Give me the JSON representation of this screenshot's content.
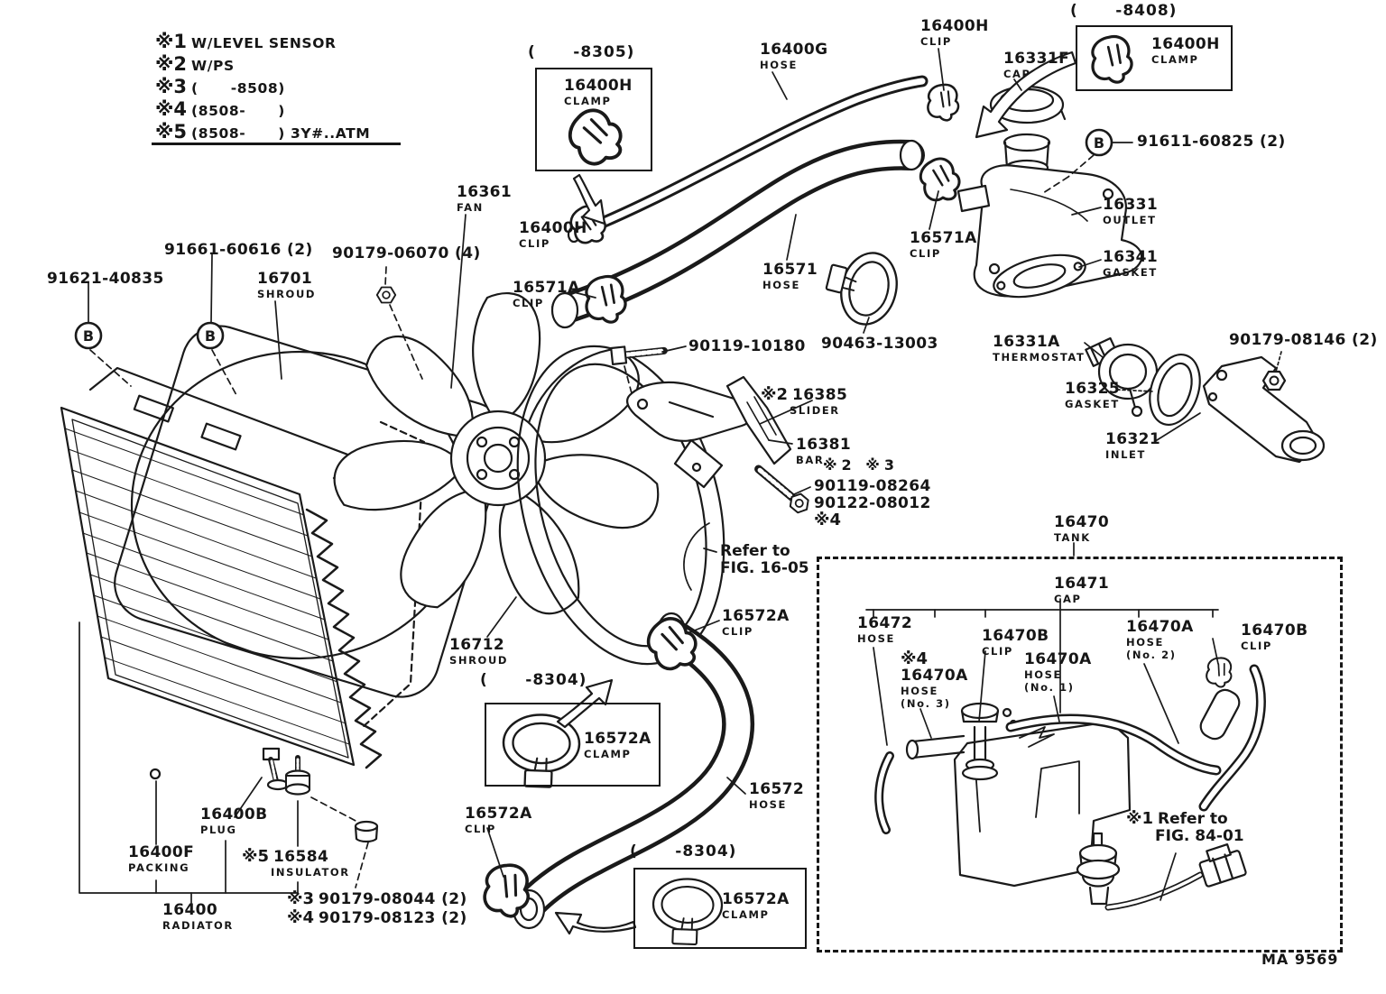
{
  "doc": {
    "drawing_no": "MA 9569"
  },
  "legend": {
    "items": [
      {
        "sym": "※1",
        "text": "W/LEVEL SENSOR"
      },
      {
        "sym": "※2",
        "text": "W/PS"
      },
      {
        "sym": "※3",
        "text": "(      -8508)"
      },
      {
        "sym": "※4",
        "text": "(8508-      )"
      },
      {
        "sym": "※5",
        "text": "(8508-      ) 3Y#..ATM"
      }
    ]
  },
  "insets": [
    {
      "period": "(      -8305)",
      "num": "16400H",
      "name": "CLAMP"
    },
    {
      "period": "(      -8408)",
      "num": "16400H",
      "name": "CLAMP"
    },
    {
      "period": "(      -8304)",
      "num": "16572A",
      "name": "CLAMP"
    },
    {
      "period": "(      -8304)",
      "num": "16572A",
      "name": "CLAMP"
    }
  ],
  "labels": {
    "b91621": {
      "num": "91621-40835"
    },
    "b91661": {
      "num": "91661-60616 (2)"
    },
    "shroud16701": {
      "num": "16701",
      "name": "SHROUD"
    },
    "n9017906070": {
      "num": "90179-06070 (4)"
    },
    "fan16361": {
      "num": "16361",
      "name": "FAN"
    },
    "clip16400h_a": {
      "num": "16400H",
      "name": "CLIP"
    },
    "clip16571a_a": {
      "num": "16571A",
      "name": "CLIP"
    },
    "hose16400g": {
      "num": "16400G",
      "name": "HOSE"
    },
    "clip16400h_b": {
      "num": "16400H",
      "name": "CLIP"
    },
    "cap16331f": {
      "num": "16331F",
      "name": "CAP"
    },
    "b91611": {
      "num": "91611-60825 (2)"
    },
    "outlet16331": {
      "num": "16331",
      "name": "OUTLET"
    },
    "gasket16341": {
      "num": "16341",
      "name": "GASKET"
    },
    "hose16571": {
      "num": "16571",
      "name": "HOSE"
    },
    "clip16571a_b": {
      "num": "16571A",
      "name": "CLIP"
    },
    "clamp90463": {
      "num": "90463-13003"
    },
    "thermostat16331a": {
      "num": "16331A",
      "name": "THERMOSTAT"
    },
    "n9017908146": {
      "num": "90179-08146 (2)"
    },
    "gasket16325": {
      "num": "16325",
      "name": "GASKET"
    },
    "inlet16321": {
      "num": "16321",
      "name": "INLET"
    },
    "bolt9011910180": {
      "num": "90119-10180"
    },
    "slider16385": {
      "sym": "※2",
      "num": "16385",
      "name": "SLIDER"
    },
    "bar16381": {
      "num": "16381",
      "name": "BAR",
      "marks": "※2 ※3"
    },
    "boltpair": {
      "num1": "90119-08264",
      "num2": "90122-08012",
      "mark": "※4"
    },
    "refer1605": {
      "line1": "Refer to",
      "line2": "FIG. 16-05"
    },
    "clip16572a_a": {
      "num": "16572A",
      "name": "CLIP"
    },
    "shroud16712": {
      "num": "16712",
      "name": "SHROUD"
    },
    "hose16572": {
      "num": "16572",
      "name": "HOSE"
    },
    "clip16572a_b": {
      "num": "16572A",
      "name": "CLIP"
    },
    "plug16400b": {
      "num": "16400B",
      "name": "PLUG"
    },
    "packing16400f": {
      "num": "16400F",
      "name": "PACKING"
    },
    "insulator16584": {
      "sym": "※5",
      "num": "16584",
      "name": "INSULATOR"
    },
    "radiator16400": {
      "num": "16400",
      "name": "RADIATOR"
    },
    "screw08044": {
      "sym": "※3",
      "num": "90179-08044 (2)"
    },
    "screw08123": {
      "sym": "※4",
      "num": "90179-08123 (2)"
    },
    "tank16470": {
      "num": "16470",
      "name": "TANK"
    },
    "cap16471": {
      "num": "16471",
      "name": "CAP"
    },
    "hose16472": {
      "num": "16472",
      "name": "HOSE"
    },
    "clip16470b_a": {
      "num": "16470B",
      "name": "CLIP"
    },
    "hose16470a_3": {
      "sym": "※4",
      "num": "16470A",
      "name": "HOSE",
      "name2": "(No. 3)"
    },
    "hose16470a_1": {
      "num": "16470A",
      "name": "HOSE",
      "name2": "(No. 1)"
    },
    "hose16470a_2": {
      "num": "16470A",
      "name": "HOSE",
      "name2": "(No. 2)"
    },
    "clip16470b_b": {
      "num": "16470B",
      "name": "CLIP"
    },
    "refer8401": {
      "sym": "※1",
      "line1": "Refer to",
      "line2": "FIG. 84-01"
    }
  }
}
